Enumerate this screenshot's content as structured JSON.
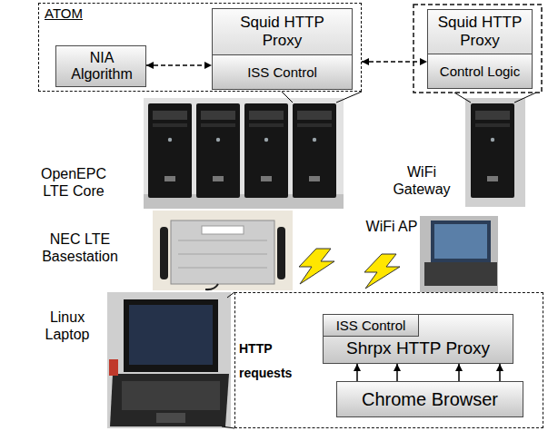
{
  "diagram": {
    "nodes": [
      {
        "text": [
          "ATOM"
        ]
      },
      {
        "text": [
          "NIA Algorithm"
        ],
        "in": 0
      },
      {
        "text": [
          "Squid HTTP Proxy"
        ],
        "in": 0
      },
      {
        "text": [
          "ISS Control"
        ],
        "in": 2
      },
      {
        "text": [
          "Squid HTTP Proxy"
        ]
      },
      {
        "text": [
          "Control Logic"
        ],
        "in": 4
      },
      {
        "text": [
          "HTTP requests"
        ]
      },
      {
        "text": [
          "Shrpx HTTP Proxy"
        ],
        "in": 6
      },
      {
        "text": [
          "ISS Control"
        ],
        "in": 7
      },
      {
        "text": [
          "Chrome Browser"
        ],
        "in": 6
      }
    ],
    "edges": [
      {
        "from": 1,
        "to": 2,
        "arrow": "both"
      },
      {
        "from": 0,
        "to": 4,
        "arrow": "both"
      },
      {
        "from": 9,
        "to": 7,
        "arrow": "to"
      },
      {
        "from": 9,
        "to": 7,
        "arrow": "to"
      },
      {
        "from": 9,
        "to": 7,
        "arrow": "to"
      },
      {
        "from": 9,
        "to": 7,
        "arrow": "to"
      }
    ],
    "labels": [
      "OpenEPC LTE Core",
      "WiFi Gateway",
      "NEC LTE Basestation",
      "WiFi AP",
      "Linux Laptop"
    ]
  }
}
